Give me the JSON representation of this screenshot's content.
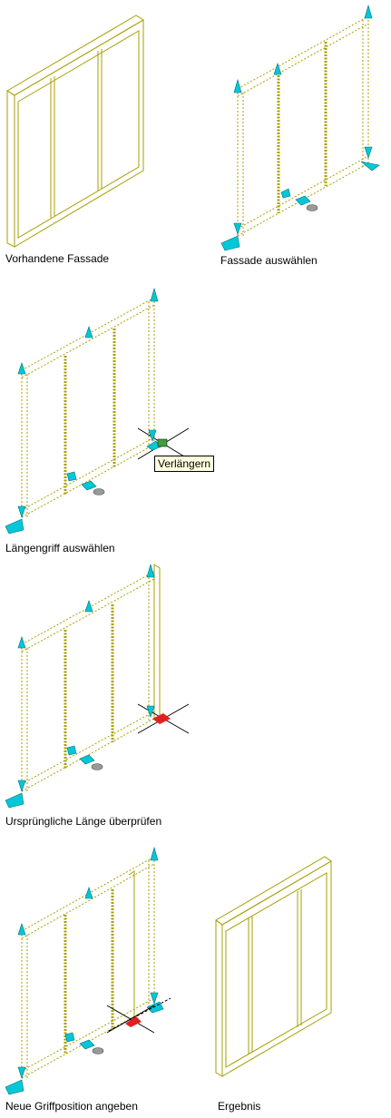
{
  "captions": {
    "existing": "Vorhandene Fassade",
    "select": "Fassade auswählen",
    "grip": "Längengriff auswählen",
    "check": "Ursprüngliche Länge überprüfen",
    "new_pos": "Neue Griffposition angeben",
    "result": "Ergebnis"
  },
  "tooltip": "Verlängern",
  "colors": {
    "frame": "#a89f00",
    "grip": "#00c8d8",
    "active_grip": "#e02020"
  }
}
